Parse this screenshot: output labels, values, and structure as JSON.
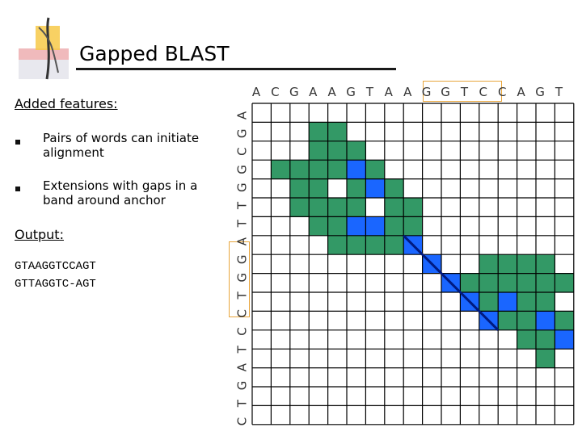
{
  "slide": {
    "title": "Gapped BLAST",
    "features_heading": "Added features:",
    "features": [
      "Pairs of words can initiate alignment",
      "Extensions with gaps in a band around anchor"
    ],
    "output_heading": "Output:",
    "alignment": [
      "GTAAGGTCCAGT",
      "GTTAGGTC-AGT"
    ]
  },
  "matrix": {
    "top_sequence": [
      "A",
      "C",
      "G",
      "A",
      "A",
      "G",
      "T",
      "A",
      "A",
      "G",
      "G",
      "T",
      "C",
      "C",
      "A",
      "G",
      "T"
    ],
    "left_sequence": [
      "A",
      "G",
      "C",
      "G",
      "G",
      "T",
      "T",
      "A",
      "G",
      "G",
      "T",
      "C",
      "C",
      "T",
      "A",
      "G",
      "T",
      "C"
    ],
    "colors": {
      "green": "#339966",
      "blue": "#1a66ff",
      "line": "#001a80",
      "box": "#e8a53c",
      "grid": "#000000"
    },
    "green_cells": [
      [
        1,
        3
      ],
      [
        1,
        4
      ],
      [
        2,
        3
      ],
      [
        2,
        4
      ],
      [
        2,
        5
      ],
      [
        3,
        1
      ],
      [
        3,
        2
      ],
      [
        3,
        3
      ],
      [
        3,
        4
      ],
      [
        3,
        5
      ],
      [
        3,
        6
      ],
      [
        4,
        2
      ],
      [
        4,
        3
      ],
      [
        4,
        5
      ],
      [
        4,
        6
      ],
      [
        4,
        7
      ],
      [
        5,
        2
      ],
      [
        5,
        3
      ],
      [
        5,
        4
      ],
      [
        5,
        5
      ],
      [
        5,
        7
      ],
      [
        5,
        8
      ],
      [
        6,
        3
      ],
      [
        6,
        4
      ],
      [
        6,
        5
      ],
      [
        6,
        6
      ],
      [
        6,
        7
      ],
      [
        6,
        8
      ],
      [
        7,
        4
      ],
      [
        7,
        5
      ],
      [
        7,
        6
      ],
      [
        7,
        7
      ],
      [
        8,
        12
      ],
      [
        8,
        13
      ],
      [
        8,
        14
      ],
      [
        8,
        15
      ],
      [
        9,
        11
      ],
      [
        9,
        12
      ],
      [
        9,
        13
      ],
      [
        9,
        14
      ],
      [
        9,
        15
      ],
      [
        9,
        16
      ],
      [
        10,
        11
      ],
      [
        10,
        12
      ],
      [
        10,
        14
      ],
      [
        10,
        15
      ],
      [
        11,
        12
      ],
      [
        11,
        13
      ],
      [
        11,
        14
      ],
      [
        11,
        16
      ],
      [
        12,
        14
      ],
      [
        12,
        15
      ],
      [
        13,
        15
      ]
    ],
    "blue_cells": [
      [
        3,
        5
      ],
      [
        4,
        6
      ],
      [
        6,
        5
      ],
      [
        6,
        6
      ],
      [
        7,
        8
      ],
      [
        8,
        9
      ],
      [
        9,
        10
      ],
      [
        10,
        11
      ],
      [
        11,
        12
      ],
      [
        10,
        13
      ],
      [
        11,
        15
      ],
      [
        12,
        16
      ]
    ]
  }
}
